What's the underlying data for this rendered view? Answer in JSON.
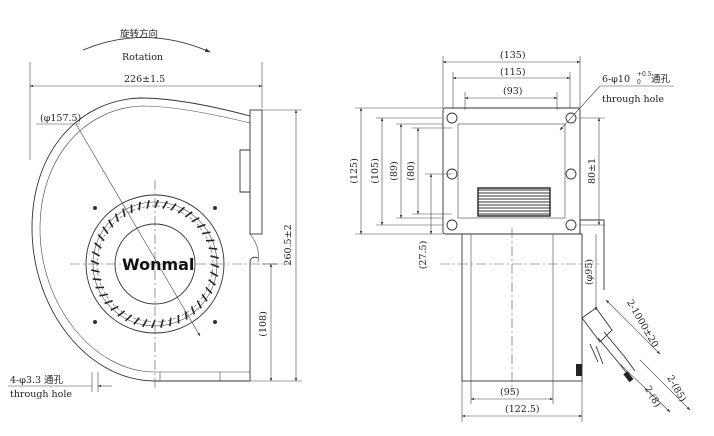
{
  "front_view": {
    "rotation_cn": "旋转方向",
    "rotation_en": "Rotation",
    "width_dim": "226±1.5",
    "wheel_diameter": "(φ157.5)",
    "height_dim": "260.5±2",
    "center_height": "(108)",
    "mount_holes_cn": "4-φ3.3 通孔",
    "mount_holes_en": "through hole",
    "brand": "Wonmal"
  },
  "side_view": {
    "flange_outer_width": "(135)",
    "flange_inner_width": "(115)",
    "hole_spacing_width": "(93)",
    "flange_holes_cn": "6-φ10",
    "flange_holes_tol_upper": "+0.5",
    "flange_holes_tol_lower": "0",
    "flange_holes_cn_suffix": "通孔",
    "flange_holes_en": "through hole",
    "flange_height": "(125)",
    "outlet_height": "(105)",
    "hole_spacing_height_a": "(89)",
    "hole_spacing_height_b": "(80)",
    "hole_spacing_height_tol": "80±1",
    "flange_offset": "(27.5)",
    "motor_diameter": "(φ95)",
    "lead_length": "2-1000±20",
    "lead_strip_a": "2-(8)",
    "lead_strip_b": "2-(85)",
    "motor_width": "(95)",
    "total_depth": "(122.5)"
  }
}
